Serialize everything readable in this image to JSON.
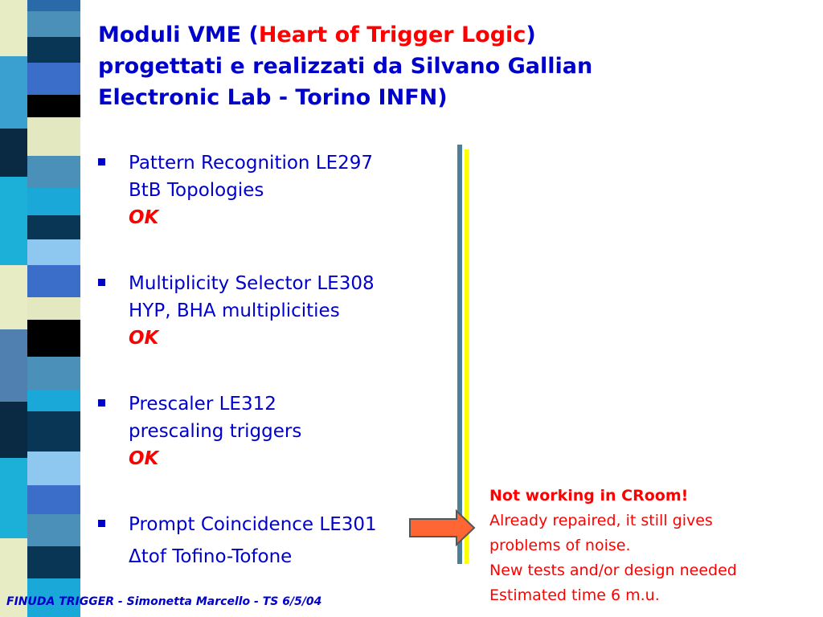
{
  "title": {
    "line1_prefix": "Moduli VME (",
    "line1_highlight": "Heart of Trigger Logic",
    "line1_suffix": ")",
    "line2": "progettati e realizzati da Silvano Gallian",
    "line3": "Electronic Lab - Torino INFN)"
  },
  "bullets": [
    {
      "line1": "Pattern Recognition LE297",
      "line2": "BtB Topologies",
      "status": "OK"
    },
    {
      "line1": "Multiplicity Selector LE308",
      "line2": "HYP, BHA multiplicities",
      "status": "OK"
    },
    {
      "line1": "Prescaler LE312",
      "line2": "prescaling triggers",
      "status": "OK"
    },
    {
      "line1": "Prompt Coincidence LE301",
      "line2_symbol": "Δ",
      "line2": "tof Tofino-Tofone"
    }
  ],
  "note": {
    "heading": "Not working in CRoom!",
    "lines": [
      "Already repaired, it still gives",
      "problems of noise.",
      "New tests and/or design needed",
      "Estimated time 6 m.u."
    ]
  },
  "footer": "FINUDA TRIGGER - Simonetta Marcello - TS 6/5/04",
  "colors": {
    "title_blue": "#0000cc",
    "highlight_red": "#ff0000",
    "arrow_orange": "#ff6633",
    "divider_blue": "#4d7f9a",
    "divider_yellow": "#ffff00"
  }
}
